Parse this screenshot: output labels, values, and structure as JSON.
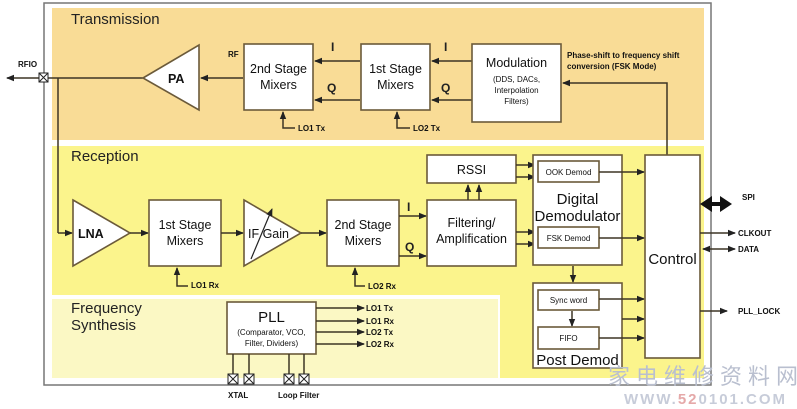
{
  "regions": {
    "transmission": "Transmission",
    "reception": "Reception",
    "frequency_synthesis_line1": "Frequency",
    "frequency_synthesis_line2": "Synthesis"
  },
  "colors": {
    "transmission_bg": "#f9dc96",
    "reception_bg": "#fbf48c",
    "freq_synth_bg": "#fbf8c4",
    "block_fill": "#ffffff",
    "block_border": "#6b5a3a",
    "wire": "#3d3525"
  },
  "transmission": {
    "pa": "PA",
    "mixer2_l1": "2nd Stage",
    "mixer2_l2": "Mixers",
    "mixer1_l1": "1st Stage",
    "mixer1_l2": "Mixers",
    "modulation_title": "Modulation",
    "modulation_sub1": "(DDS, DACs,",
    "modulation_sub2": "Interpolation",
    "modulation_sub3": "Filters)",
    "rf_label": "RF",
    "i_label": "I",
    "q_label": "Q",
    "lo1_tx": "LO1 Tx",
    "lo2_tx": "LO2 Tx",
    "note_l1": "Phase-shift to frequency shift",
    "note_l2": "conversion (FSK Mode)"
  },
  "reception": {
    "lna": "LNA",
    "mixer1_l1": "1st Stage",
    "mixer1_l2": "Mixers",
    "if_gain": "IF Gain",
    "mixer2_l1": "2nd Stage",
    "mixer2_l2": "Mixers",
    "filtering_l1": "Filtering/",
    "filtering_l2": "Amplification",
    "rssi": "RSSI",
    "i_label": "I",
    "q_label": "Q",
    "lo1_rx": "LO1 Rx",
    "lo2_rx": "LO2 Rx",
    "digital_demod_l1": "Digital",
    "digital_demod_l2": "Demodulator",
    "ook_demod": "OOK Demod",
    "fsk_demod": "FSK Demod",
    "post_demod": "Post Demod",
    "sync_word": "Sync word",
    "fifo": "FIFO"
  },
  "control": {
    "title": "Control"
  },
  "pll": {
    "title": "PLL",
    "sub1": "(Comparator,  VCO,",
    "sub2": "Filter, Dividers)",
    "outputs": [
      "LO1 Tx",
      "LO1 Rx",
      "LO2 Tx",
      "LO2 Rx"
    ]
  },
  "pins": {
    "rfio": "RFIO",
    "spi": "SPI",
    "clkout": "CLKOUT",
    "data": "DATA",
    "pll_lock": "PLL_LOCK",
    "xtal": "XTAL",
    "loop_filter": "Loop Filter"
  },
  "watermark": {
    "chinese": "家电维修资料网",
    "url_pre": "WWW.",
    "url_red": "52",
    "url_post": "0101.COM"
  }
}
